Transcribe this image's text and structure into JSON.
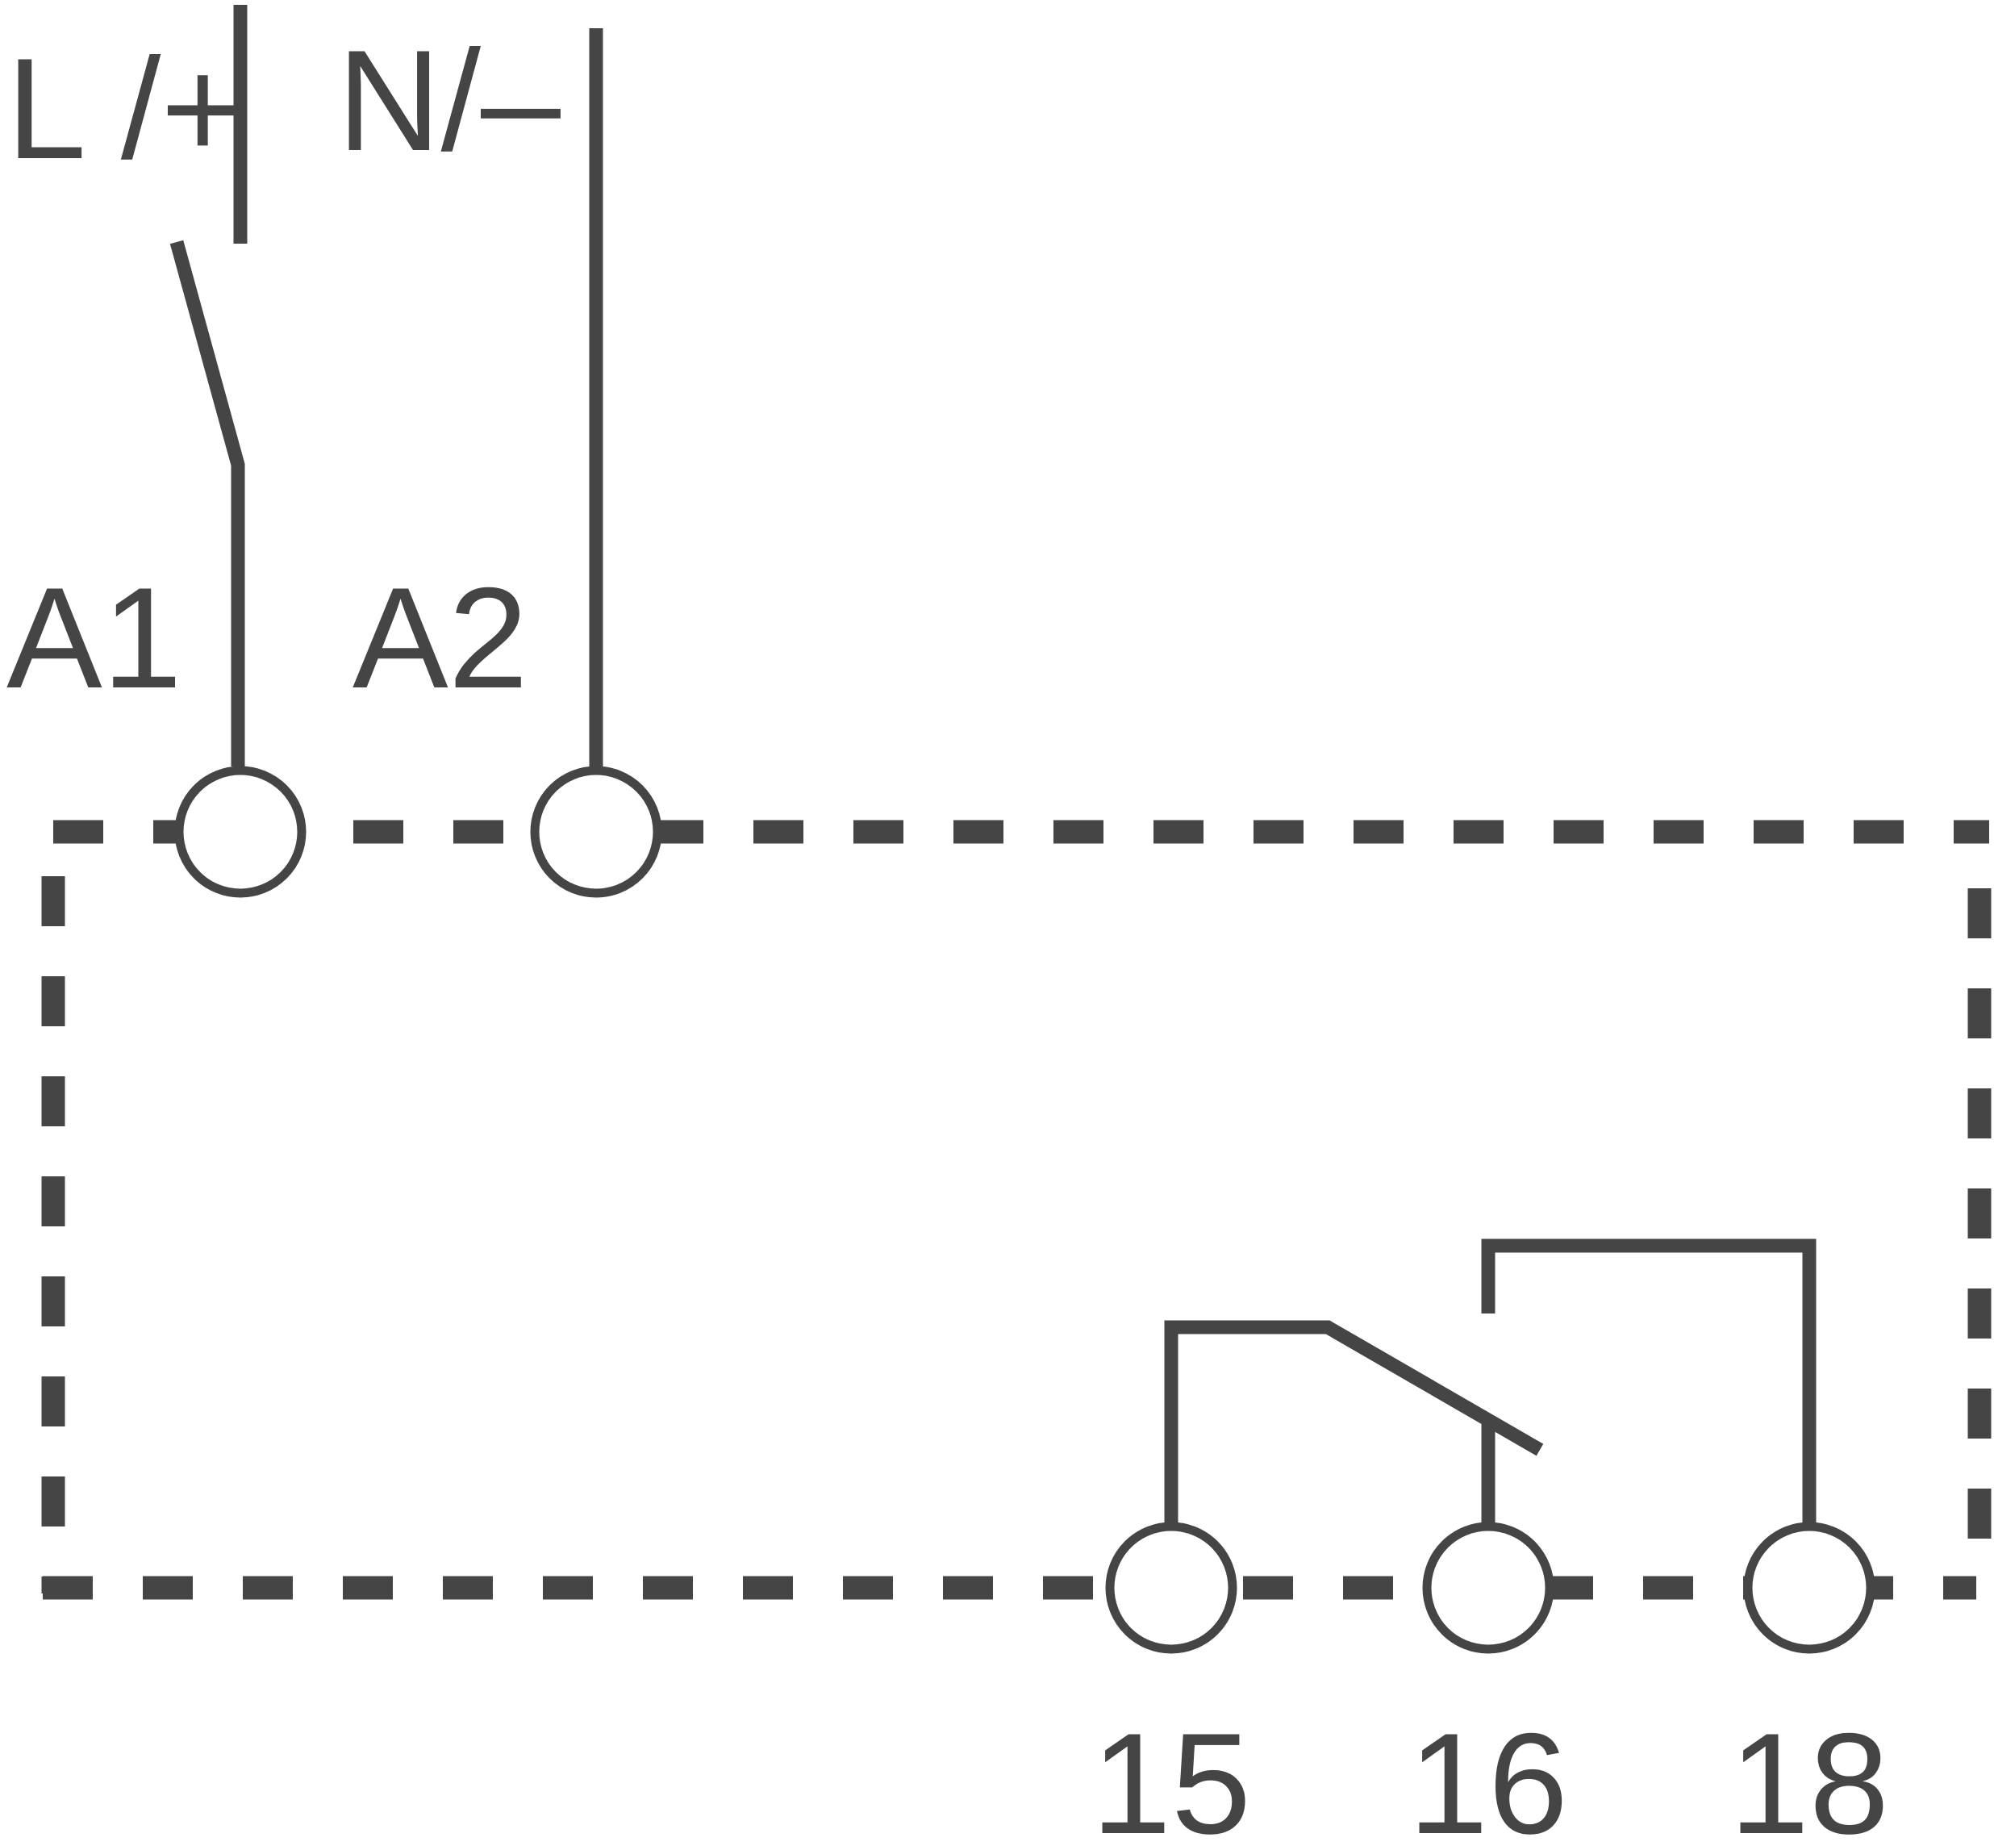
{
  "supply": {
    "line_label": "L /+",
    "neutral_label": "N/–"
  },
  "terminals": {
    "a1": "A1",
    "a2": "A2",
    "t15": "15",
    "t16": "16",
    "t18": "18"
  },
  "colors": {
    "stroke": "#454545",
    "background": "#ffffff"
  }
}
